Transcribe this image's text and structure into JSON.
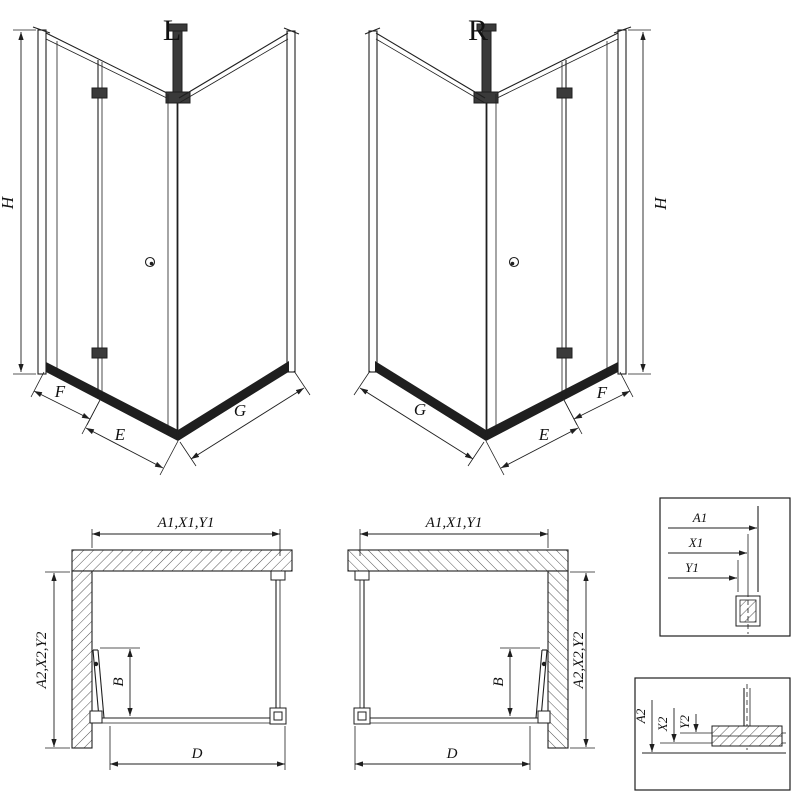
{
  "views": {
    "perspective_left": {
      "label": "L",
      "dims": {
        "h": "H",
        "f": "F",
        "e": "E",
        "g": "G"
      }
    },
    "perspective_right": {
      "label": "R",
      "dims": {
        "h": "H",
        "f": "F",
        "e": "E",
        "g": "G"
      }
    },
    "plan_left": {
      "dim_top": "A1,X1,Y1",
      "dim_side": "A2,X2,Y2",
      "dim_depth": "B",
      "dim_width": "D"
    },
    "plan_right": {
      "dim_top": "A1,X1,Y1",
      "dim_side": "A2,X2,Y2",
      "dim_depth": "B",
      "dim_width": "D"
    },
    "detail_top": {
      "a1": "A1",
      "x1": "X1",
      "y1": "Y1"
    },
    "detail_bottom": {
      "a2": "A2",
      "x2": "X2",
      "y2": "Y2"
    }
  },
  "colors": {
    "line": "#1f1f1f",
    "fill_dark": "#3a3a3a",
    "background": "#ffffff"
  }
}
